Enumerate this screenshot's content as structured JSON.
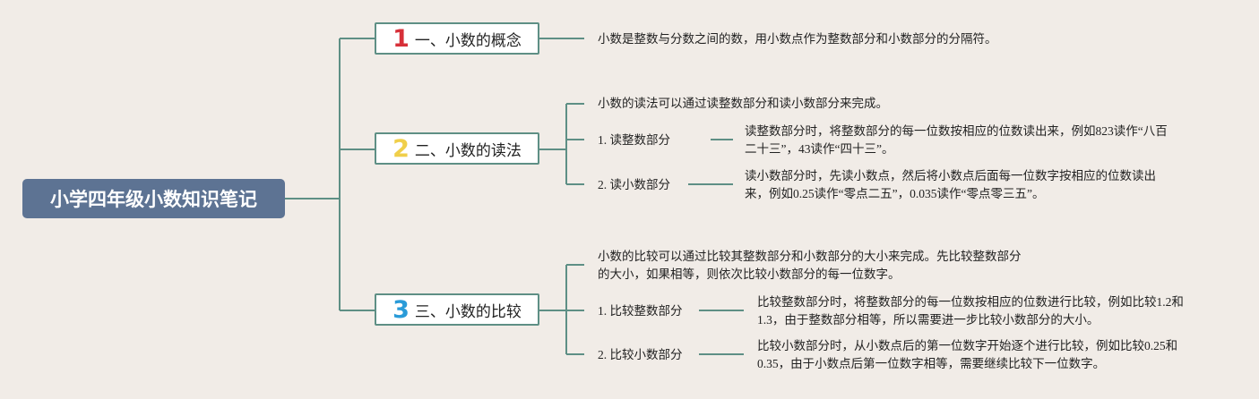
{
  "colors": {
    "line": "#5e8f85",
    "root_bg": "#5d7393"
  },
  "root": {
    "label": "小学四年级小数知识笔记"
  },
  "topics": [
    {
      "num": "1",
      "label": "一、小数的概念",
      "desc": "小数是整数与分数之间的数，用小数点作为整数部分和小数部分的分隔符。"
    },
    {
      "num": "2",
      "label": "二、小数的读法",
      "intro": "小数的读法可以通过读整数部分和读小数部分来完成。",
      "subs": [
        {
          "label": "1. 读整数部分",
          "lines": [
            "读整数部分时，将整数部分的每一位数按相应的位数读出来，例如823读作“八百",
            "二十三”，43读作“四十三”。"
          ]
        },
        {
          "label": "2. 读小数部分",
          "lines": [
            "读小数部分时，先读小数点，然后将小数点后面每一位数字按相应的位数读出",
            "来，例如0.25读作“零点二五”，0.035读作“零点零三五”。"
          ]
        }
      ]
    },
    {
      "num": "3",
      "label": "三、小数的比较",
      "intro": [
        "小数的比较可以通过比较其整数部分和小数部分的大小来完成。先比较整数部分",
        "的大小，如果相等，则依次比较小数部分的每一位数字。"
      ],
      "subs": [
        {
          "label": "1. 比较整数部分",
          "lines": [
            "比较整数部分时，将整数部分的每一位数按相应的位数进行比较，例如比较1.2和",
            "1.3，由于整数部分相等，所以需要进一步比较小数部分的大小。"
          ]
        },
        {
          "label": "2. 比较小数部分",
          "lines": [
            "比较小数部分时，从小数点后的第一位数字开始逐个进行比较，例如比较0.25和",
            "0.35，由于小数点后第一位数字相等，需要继续比较下一位数字。"
          ]
        }
      ]
    }
  ]
}
